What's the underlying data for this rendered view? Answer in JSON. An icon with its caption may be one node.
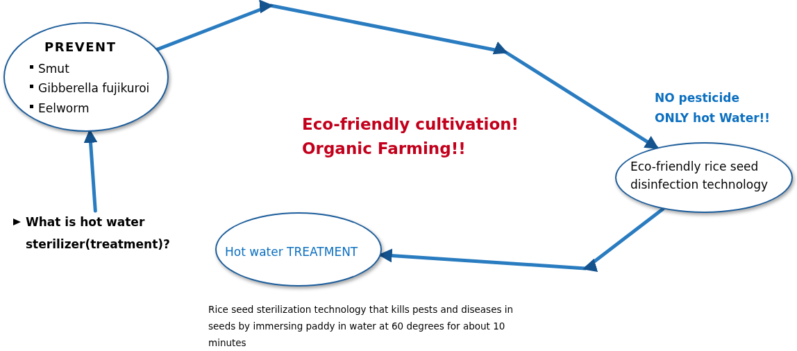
{
  "diagram": {
    "nodes": [
      {
        "text": [
          "PREVENT",
          "Smut",
          "Gibberella fujikuroi",
          "Eelworm"
        ]
      },
      {
        "text": [
          "Eco-friendly rice seed disinfection technology"
        ],
        "beside": [
          "NO pesticide",
          "ONLY hot Water!!"
        ]
      },
      {
        "text": [
          "Hot water TREATMENT"
        ],
        "beside": [
          "Rice seed sterilization technology that kills pests and diseases in seeds by immersing paddy in water at 60 degrees for about 10 minutes"
        ]
      },
      {
        "text": [
          "What is hot water sterilizer(treatment)?"
        ]
      }
    ],
    "edges": [
      {
        "from": 0,
        "to": 1,
        "arrow": "to"
      },
      {
        "from": 1,
        "to": 2,
        "arrow": "to"
      },
      {
        "from": 3,
        "to": 0,
        "arrow": "to"
      }
    ],
    "labels": [
      "Eco-friendly cultivation!",
      "Organic Farming!!"
    ]
  }
}
